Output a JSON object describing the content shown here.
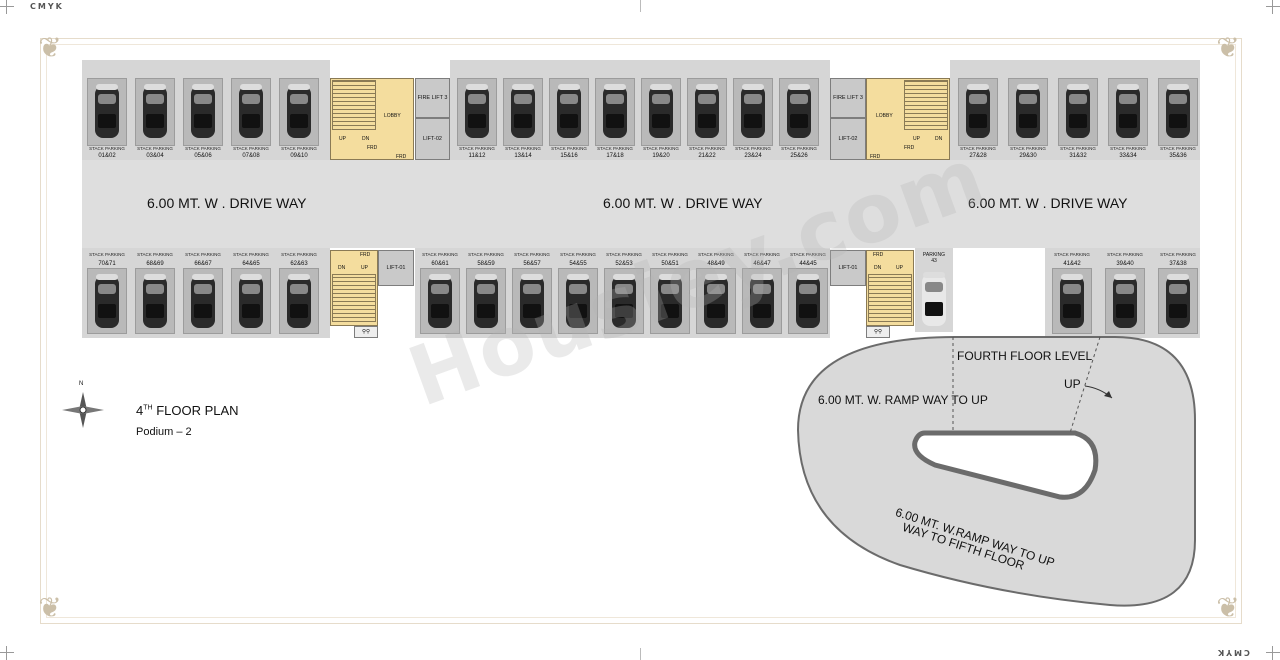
{
  "header": {
    "cmyk_top": "CMYK",
    "cmyk_bottom": "CMYK"
  },
  "plan": {
    "title_prefix": "4",
    "title_sup": "TH",
    "title_main": "FLOOR PLAN",
    "subtitle": "Podium – 2",
    "compass_label": "N"
  },
  "driveway": {
    "label": "6.00 MT. W . DRIVE WAY"
  },
  "core": {
    "lobby": "LOBBY",
    "up": "UP",
    "dn": "DN",
    "frd": "FRD",
    "fire_lift": "FIRE LIFT 3",
    "lift02": "LIFT-02",
    "lift01": "LIFT-01",
    "parking43": "PARKING 43"
  },
  "parking": {
    "stack_label": "STACK PARKING",
    "top_left": [
      "01&02",
      "03&04",
      "05&06",
      "07&08",
      "09&10"
    ],
    "top_mid": [
      "11&12",
      "13&14",
      "15&16",
      "17&18",
      "19&20",
      "21&22",
      "23&24",
      "25&26"
    ],
    "top_right": [
      "27&28",
      "29&30",
      "31&32",
      "33&34",
      "35&36"
    ],
    "bottom_left": [
      "70&71",
      "68&69",
      "66&67",
      "64&65",
      "62&63"
    ],
    "bottom_mid": [
      "60&61",
      "58&59",
      "56&57",
      "54&55",
      "52&53",
      "50&51",
      "48&49",
      "46&47",
      "44&45"
    ],
    "bottom_right": [
      "41&42",
      "39&40",
      "37&38"
    ]
  },
  "ramp": {
    "level": "FOURTH FLOOR LEVEL",
    "up": "UP",
    "ramp_up": "6.00  MT. W. RAMP WAY TO  UP",
    "ramp_fifth_1": "6.00 MT. W.RAMP WAY TO UP",
    "ramp_fifth_2": "WAY TO FIFTH FLOOR"
  },
  "watermark": "Housiey.com"
}
